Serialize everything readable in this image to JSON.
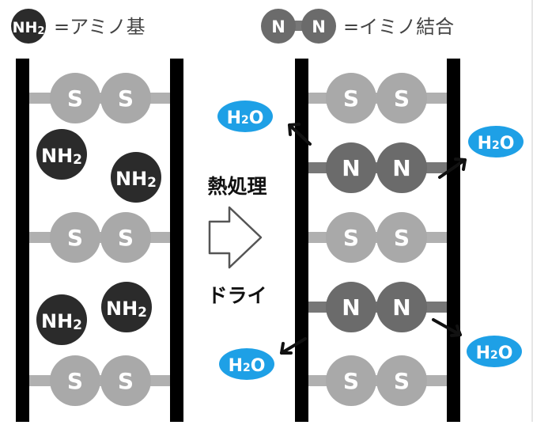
{
  "legend": {
    "amino_badge": {
      "base": "NH",
      "sub": "2"
    },
    "amino_text": "=アミノ基",
    "imine_badge_left": "N",
    "imine_badge_right": "N",
    "imine_text": "=イミノ結合"
  },
  "labels": {
    "sulfur": "S",
    "nitrogen": "N",
    "amino_base": "NH",
    "amino_sub": "2",
    "water_base": "H",
    "water_sub": "2",
    "water_end": "O"
  },
  "process": {
    "top_label": "熱処理",
    "bottom_label": "ドライ"
  },
  "colors": {
    "rail": "#000000",
    "sulfur_ball": "#a9a9a9",
    "sulfur_bond": "#b0b0b0",
    "nitrogen_ball": "#6b6b6b",
    "nitrogen_bond": "#777777",
    "amino_ball": "#2b2b2b",
    "water_blob": "#1ea0e6"
  },
  "icons": {
    "process_arrow": "outline-right-arrow-icon",
    "release_arrow": "diagonal-arrow-icon"
  }
}
